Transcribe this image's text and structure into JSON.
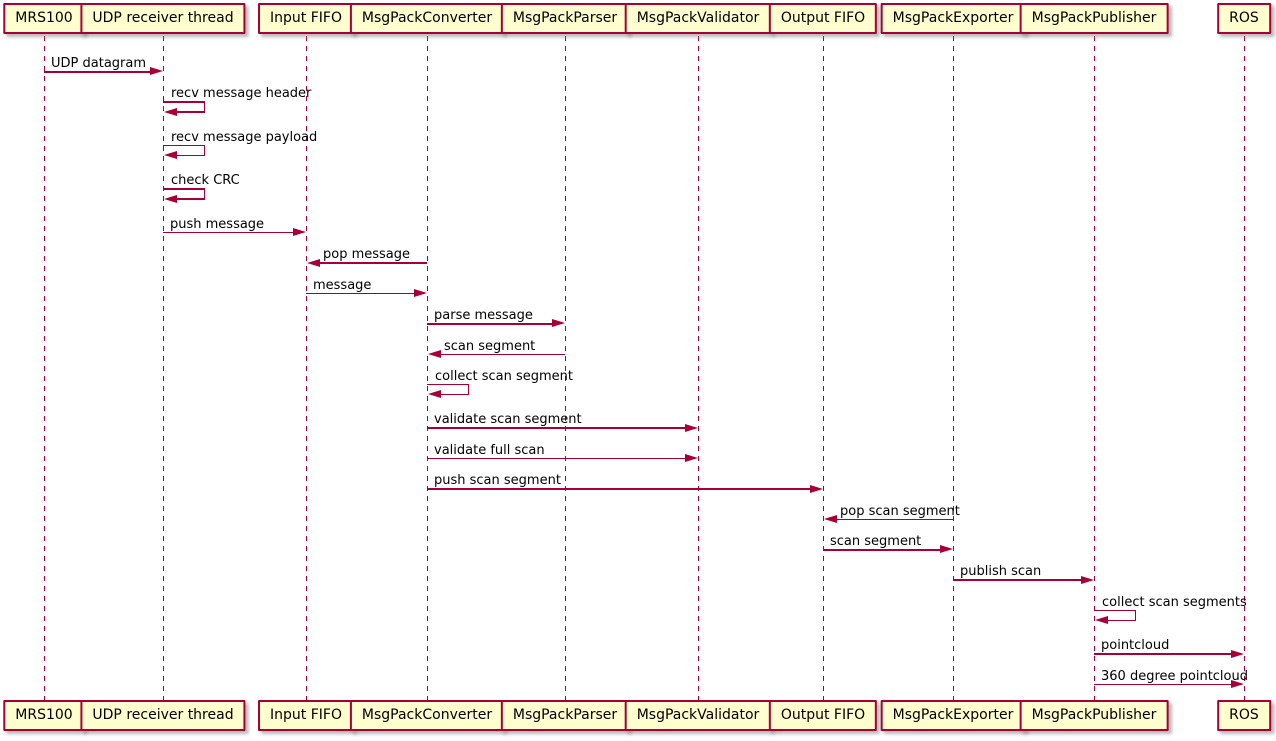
{
  "diagram": {
    "type": "uml-sequence-diagram",
    "colors": {
      "participant_fill": "#FEFECE",
      "stroke": "#A80036",
      "text": "#000000",
      "background": "#FFFFFF"
    },
    "participants": [
      {
        "name": "MRS100"
      },
      {
        "name": "UDP receiver thread"
      },
      {
        "name": "Input FIFO"
      },
      {
        "name": "MsgPackConverter"
      },
      {
        "name": "MsgPackParser"
      },
      {
        "name": "MsgPackValidator"
      },
      {
        "name": "Output FIFO"
      },
      {
        "name": "MsgPackExporter"
      },
      {
        "name": "MsgPackPublisher"
      },
      {
        "name": "ROS"
      }
    ],
    "messages": [
      {
        "from": "MRS100",
        "to": "UDP receiver thread",
        "label": "UDP datagram",
        "self": false
      },
      {
        "from": "UDP receiver thread",
        "to": "UDP receiver thread",
        "label": "recv message header",
        "self": true
      },
      {
        "from": "UDP receiver thread",
        "to": "UDP receiver thread",
        "label": "recv message payload",
        "self": true
      },
      {
        "from": "UDP receiver thread",
        "to": "UDP receiver thread",
        "label": "check CRC",
        "self": true
      },
      {
        "from": "UDP receiver thread",
        "to": "Input FIFO",
        "label": "push message",
        "self": false
      },
      {
        "from": "MsgPackConverter",
        "to": "Input FIFO",
        "label": "pop message",
        "self": false
      },
      {
        "from": "Input FIFO",
        "to": "MsgPackConverter",
        "label": "message",
        "self": false
      },
      {
        "from": "MsgPackConverter",
        "to": "MsgPackParser",
        "label": "parse message",
        "self": false
      },
      {
        "from": "MsgPackParser",
        "to": "MsgPackConverter",
        "label": "scan segment",
        "self": false
      },
      {
        "from": "MsgPackConverter",
        "to": "MsgPackConverter",
        "label": "collect scan segment",
        "self": true
      },
      {
        "from": "MsgPackConverter",
        "to": "MsgPackValidator",
        "label": "validate scan segment",
        "self": false
      },
      {
        "from": "MsgPackConverter",
        "to": "MsgPackValidator",
        "label": "validate full scan",
        "self": false
      },
      {
        "from": "MsgPackConverter",
        "to": "Output FIFO",
        "label": "push scan segment",
        "self": false
      },
      {
        "from": "MsgPackExporter",
        "to": "Output FIFO",
        "label": "pop scan segment",
        "self": false
      },
      {
        "from": "Output FIFO",
        "to": "MsgPackExporter",
        "label": "scan segment",
        "self": false
      },
      {
        "from": "MsgPackExporter",
        "to": "MsgPackPublisher",
        "label": "publish scan",
        "self": false
      },
      {
        "from": "MsgPackPublisher",
        "to": "MsgPackPublisher",
        "label": "collect scan segments",
        "self": true
      },
      {
        "from": "MsgPackPublisher",
        "to": "ROS",
        "label": "pointcloud",
        "self": false
      },
      {
        "from": "MsgPackPublisher",
        "to": "ROS",
        "label": "360 degree pointcloud",
        "self": false
      }
    ]
  }
}
